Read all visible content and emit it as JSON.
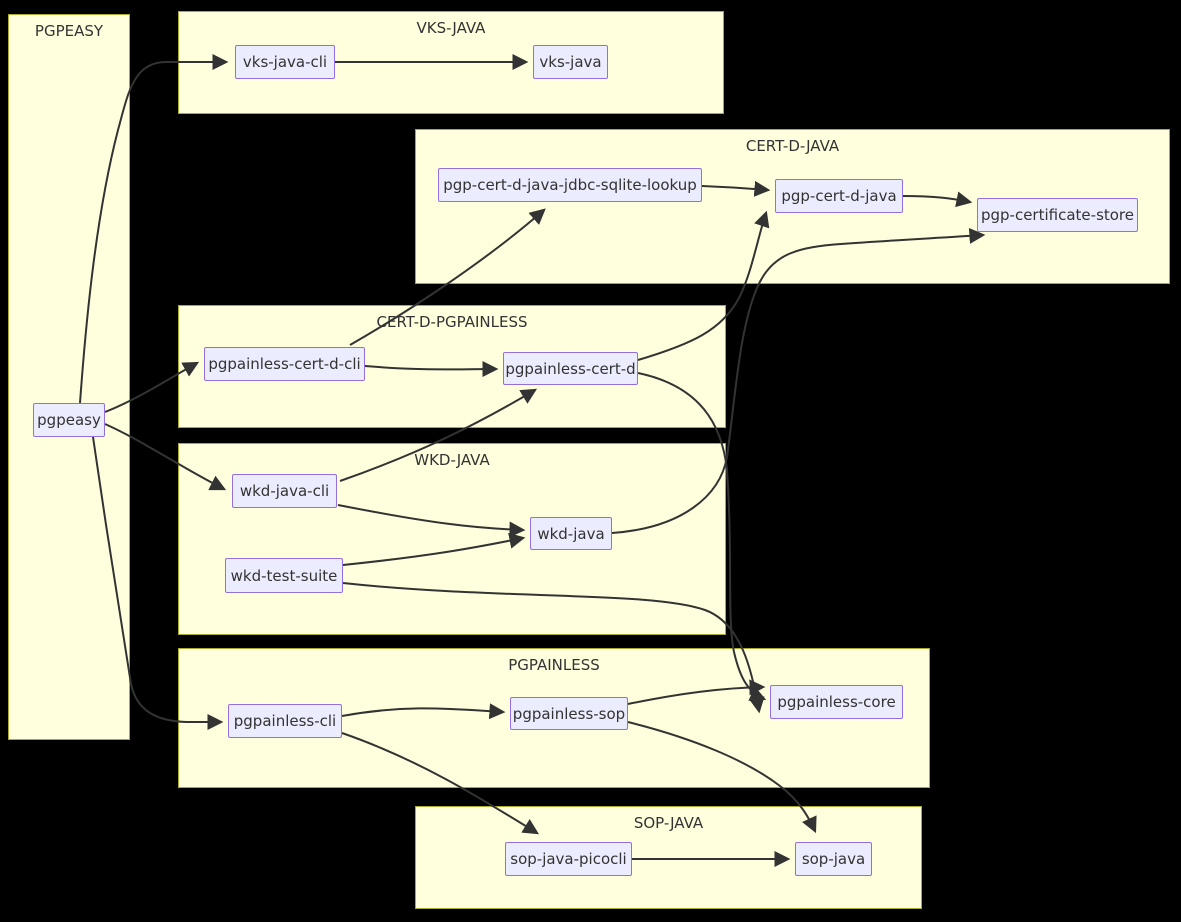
{
  "diagram": {
    "type": "flowchart-dependency-graph",
    "background": "#000000",
    "palette": {
      "group_fill": "#ffffde",
      "group_border": "#aaaa33",
      "node_fill": "#ececff",
      "node_border": "#9370db",
      "edge_color": "#333333",
      "text_color": "#333333"
    },
    "groups": [
      {
        "id": "pgpeasy-group",
        "label": "PGPEASY"
      },
      {
        "id": "vks-java-group",
        "label": "VKS-JAVA"
      },
      {
        "id": "cert-d-java-group",
        "label": "CERT-D-JAVA"
      },
      {
        "id": "cert-d-pgpainless-group",
        "label": "CERT-D-PGPAINLESS"
      },
      {
        "id": "wkd-java-group",
        "label": "WKD-JAVA"
      },
      {
        "id": "pgpainless-group",
        "label": "PGPAINLESS"
      },
      {
        "id": "sop-java-group",
        "label": "SOP-JAVA"
      }
    ],
    "nodes": [
      {
        "id": "pgpeasy",
        "label": "pgpeasy",
        "group": "pgpeasy-group"
      },
      {
        "id": "vks-java-cli",
        "label": "vks-java-cli",
        "group": "vks-java-group"
      },
      {
        "id": "vks-java",
        "label": "vks-java",
        "group": "vks-java-group"
      },
      {
        "id": "pgp-cert-d-java-jdbc-sqlite-lookup",
        "label": "pgp-cert-d-java-jdbc-sqlite-lookup",
        "group": "cert-d-java-group"
      },
      {
        "id": "pgp-cert-d-java",
        "label": "pgp-cert-d-java",
        "group": "cert-d-java-group"
      },
      {
        "id": "pgp-certificate-store",
        "label": "pgp-certificate-store",
        "group": "cert-d-java-group"
      },
      {
        "id": "pgpainless-cert-d-cli",
        "label": "pgpainless-cert-d-cli",
        "group": "cert-d-pgpainless-group"
      },
      {
        "id": "pgpainless-cert-d",
        "label": "pgpainless-cert-d",
        "group": "cert-d-pgpainless-group"
      },
      {
        "id": "wkd-java-cli",
        "label": "wkd-java-cli",
        "group": "wkd-java-group"
      },
      {
        "id": "wkd-java",
        "label": "wkd-java",
        "group": "wkd-java-group"
      },
      {
        "id": "wkd-test-suite",
        "label": "wkd-test-suite",
        "group": "wkd-java-group"
      },
      {
        "id": "pgpainless-cli",
        "label": "pgpainless-cli",
        "group": "pgpainless-group"
      },
      {
        "id": "pgpainless-sop",
        "label": "pgpainless-sop",
        "group": "pgpainless-group"
      },
      {
        "id": "pgpainless-core",
        "label": "pgpainless-core",
        "group": "pgpainless-group"
      },
      {
        "id": "sop-java-picocli",
        "label": "sop-java-picocli",
        "group": "sop-java-group"
      },
      {
        "id": "sop-java",
        "label": "sop-java",
        "group": "sop-java-group"
      }
    ],
    "edges": [
      {
        "from": "pgpeasy",
        "to": "vks-java-cli"
      },
      {
        "from": "pgpeasy",
        "to": "pgpainless-cert-d-cli"
      },
      {
        "from": "pgpeasy",
        "to": "wkd-java-cli"
      },
      {
        "from": "pgpeasy",
        "to": "pgpainless-cli"
      },
      {
        "from": "vks-java-cli",
        "to": "vks-java"
      },
      {
        "from": "pgp-cert-d-java-jdbc-sqlite-lookup",
        "to": "pgp-cert-d-java"
      },
      {
        "from": "pgp-cert-d-java",
        "to": "pgp-certificate-store"
      },
      {
        "from": "pgpainless-cert-d-cli",
        "to": "pgp-cert-d-java-jdbc-sqlite-lookup"
      },
      {
        "from": "pgpainless-cert-d-cli",
        "to": "pgpainless-cert-d"
      },
      {
        "from": "pgpainless-cert-d",
        "to": "pgp-cert-d-java"
      },
      {
        "from": "pgpainless-cert-d",
        "to": "pgpainless-core"
      },
      {
        "from": "wkd-java-cli",
        "to": "pgpainless-cert-d"
      },
      {
        "from": "wkd-java-cli",
        "to": "wkd-java"
      },
      {
        "from": "wkd-test-suite",
        "to": "wkd-java"
      },
      {
        "from": "wkd-test-suite",
        "to": "pgpainless-core"
      },
      {
        "from": "wkd-java",
        "to": "pgp-certificate-store"
      },
      {
        "from": "pgpainless-cli",
        "to": "pgpainless-sop"
      },
      {
        "from": "pgpainless-cli",
        "to": "sop-java-picocli"
      },
      {
        "from": "pgpainless-sop",
        "to": "pgpainless-core"
      },
      {
        "from": "pgpainless-sop",
        "to": "sop-java"
      },
      {
        "from": "sop-java-picocli",
        "to": "sop-java"
      }
    ]
  }
}
